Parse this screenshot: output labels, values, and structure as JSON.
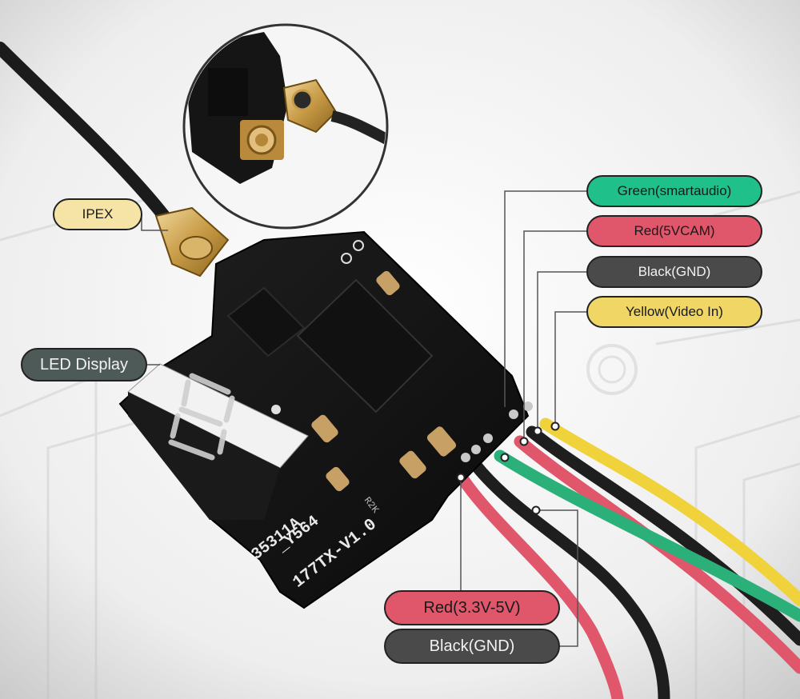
{
  "labels": {
    "ipex": {
      "text": "IPEX",
      "color": "#f6e3a6"
    },
    "led_display": {
      "text": "LED Display",
      "color": "#4e5a57"
    },
    "green_smartaudio": {
      "text": "Green(smartaudio)",
      "color": "#1fc08a"
    },
    "red_5vcam": {
      "text": "Red(5VCAM)",
      "color": "#e0566a"
    },
    "black_gnd_top": {
      "text": "Black(GND)",
      "color": "#4a4a4a"
    },
    "yellow_video_in": {
      "text": "Yellow(Video In)",
      "color": "#efd665"
    },
    "red_3v3_5v": {
      "text": "Red(3.3V-5V)",
      "color": "#e0566a"
    },
    "black_gnd_bottom": {
      "text": "Black(GND)",
      "color": "#4a4a4a"
    }
  },
  "board": {
    "silkscreen_line1": "35311A",
    "silkscreen_line2": "_Y564",
    "silkscreen_line3": "177TX-V1.0",
    "chip_marking": "R2K"
  },
  "wire_colors": {
    "yellow": "#f0d23a",
    "black": "#1e1e1e",
    "red": "#e0566a",
    "green": "#2bb07a"
  }
}
